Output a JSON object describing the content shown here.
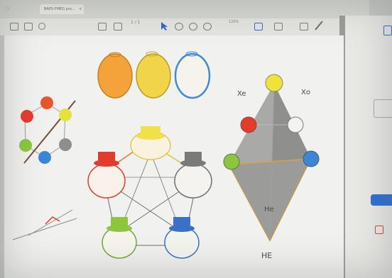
{
  "app": {
    "tab_title": "BAPS-FMEG pro...",
    "tab_close": "×",
    "page_indicator": "1 / 1",
    "zoom": "120%"
  },
  "diagram": {
    "triangle_labels": {
      "left": "Xe",
      "right": "Xo",
      "center": "He",
      "bottom": "HE"
    }
  },
  "colors": {
    "red": "#e53b2c",
    "yellow": "#efe23a",
    "green": "#8cc63e",
    "blue": "#3b87d6",
    "grey": "#8e8f8d",
    "orange": "#f2a23a",
    "accent_blue": "#2f6fd2"
  },
  "icons": [
    "print-icon",
    "save-icon",
    "search-icon",
    "cursor-icon",
    "hand-icon",
    "zoom-out-icon",
    "zoom-in-icon",
    "fit-page-icon",
    "comment-icon",
    "pen-icon"
  ]
}
